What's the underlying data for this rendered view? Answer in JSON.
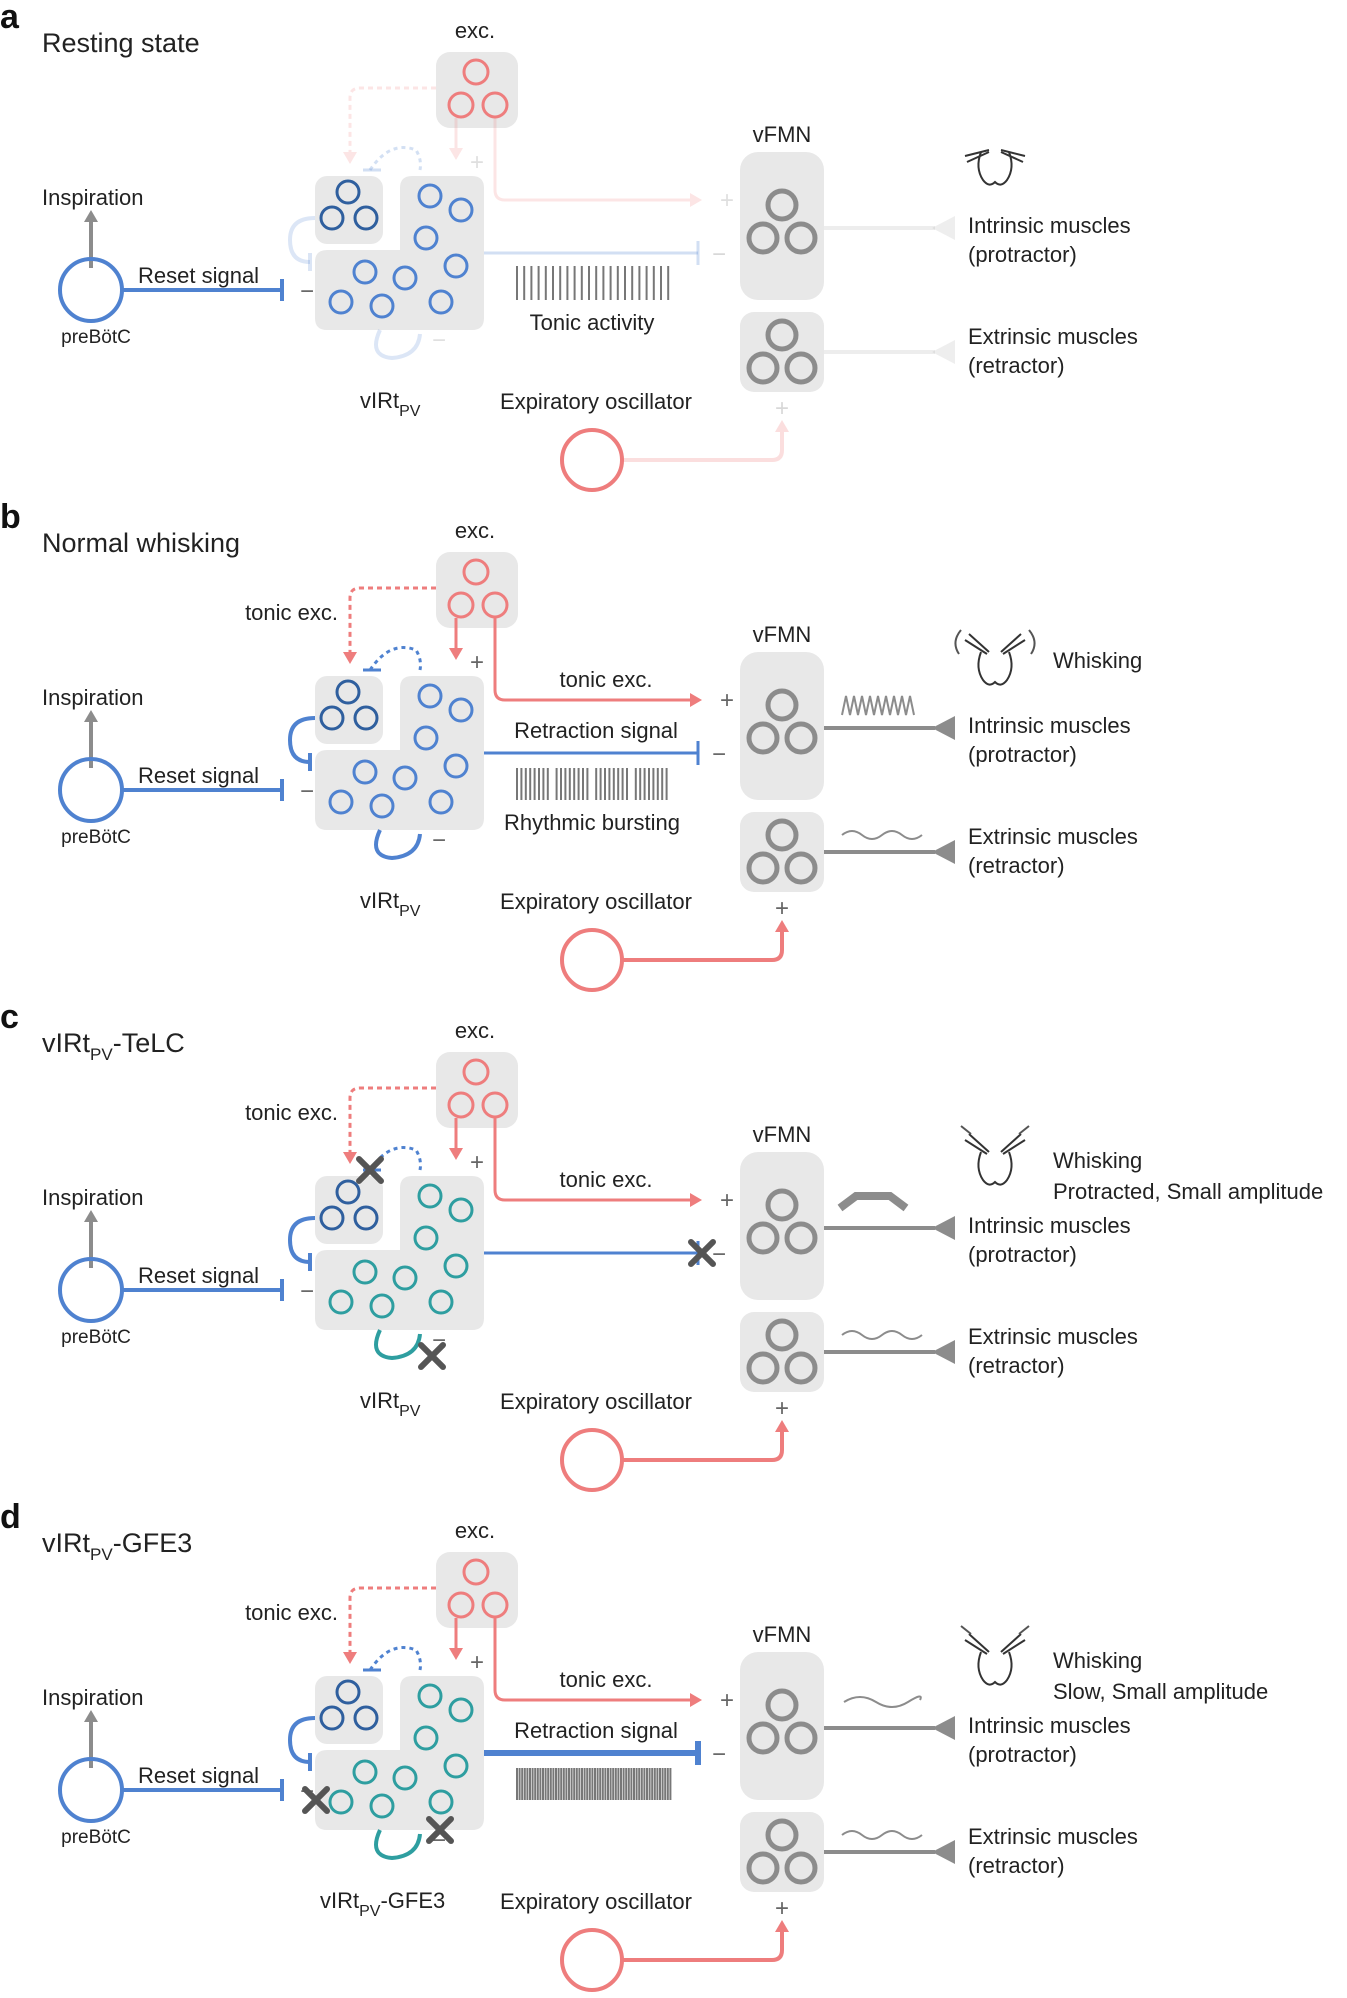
{
  "colors": {
    "inhibitory": "#4f82d0",
    "inhibitory_dark": "#2f5f9e",
    "excitatory": "#ee7d7d",
    "teal": "#2e9ea0",
    "gray": "#8c8c8c",
    "box": "#e8e8e8"
  },
  "labels": {
    "exc": "exc.",
    "tonic_exc": "tonic exc.",
    "inspiration": "Inspiration",
    "reset_signal": "Reset signal",
    "prebotc": "preBötC",
    "vfmn": "vFMN",
    "intrinsic_1": "Intrinsic muscles",
    "intrinsic_2": "(protractor)",
    "extrinsic_1": "Extrinsic muscles",
    "extrinsic_2": "(retractor)",
    "expiratory": "Expiratory oscillator",
    "virt_main": "vIRt",
    "virt_sub": "PV",
    "plus": "+",
    "minus": "−"
  },
  "panels": [
    {
      "id": "a",
      "letter": "a",
      "title": "Resting state",
      "title_sub": "",
      "title_suffix": "",
      "faded": true,
      "whisk_line1": "",
      "whisk_line2": "",
      "middle_label": "",
      "bottom_label": "Tonic activity",
      "virt_suffix": ""
    },
    {
      "id": "b",
      "letter": "b",
      "title": "Normal whisking",
      "title_sub": "",
      "title_suffix": "",
      "faded": false,
      "whisk_line1": "Whisking",
      "whisk_line2": "",
      "middle_label": "Retraction signal",
      "bottom_label": "Rhythmic bursting",
      "virt_suffix": ""
    },
    {
      "id": "c",
      "letter": "c",
      "title": "vIRt",
      "title_sub": "PV",
      "title_suffix": "-TeLC",
      "faded": false,
      "whisk_line1": "Whisking",
      "whisk_line2": "Protracted, Small amplitude",
      "middle_label": "",
      "bottom_label": "",
      "virt_suffix": ""
    },
    {
      "id": "d",
      "letter": "d",
      "title": "vIRt",
      "title_sub": "PV",
      "title_suffix": "-GFE3",
      "faded": false,
      "whisk_line1": "Whisking",
      "whisk_line2": "Slow, Small amplitude",
      "middle_label": "Retraction signal",
      "bottom_label": "",
      "virt_suffix": "-GFE3"
    }
  ]
}
